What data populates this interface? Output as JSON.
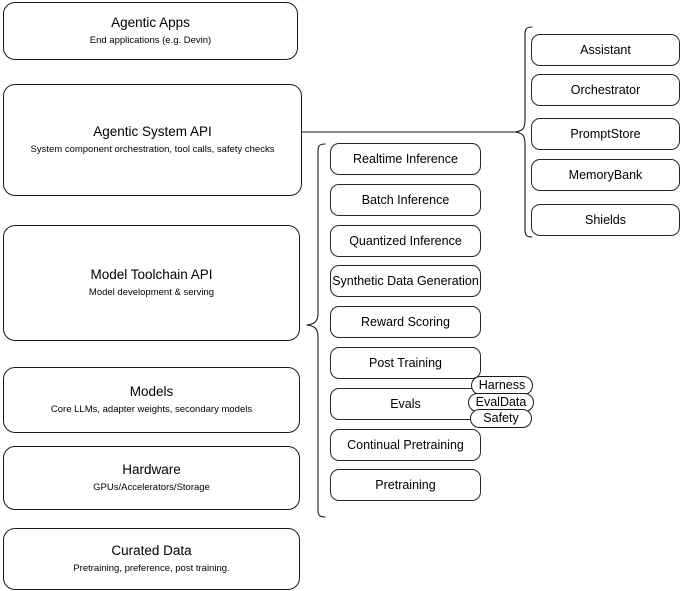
{
  "diagram": {
    "title": "AI stack layering diagram",
    "accent_color": "#1a1a1a",
    "background_color": "#ffffff"
  },
  "layers": [
    {
      "name": "agentic-apps",
      "title": "Agentic Apps",
      "subtitle": "End applications (e.g. Devin)"
    },
    {
      "name": "agentic-system-api",
      "title": "Agentic System API",
      "subtitle": "System component orchestration, tool calls, safety checks"
    },
    {
      "name": "model-toolchain-api",
      "title": "Model Toolchain API",
      "subtitle": "Model development & serving"
    },
    {
      "name": "models",
      "title": "Models",
      "subtitle": "Core LLMs, adapter weights, secondary models"
    },
    {
      "name": "hardware",
      "title": "Hardware",
      "subtitle": "GPUs/Accelerators/Storage"
    },
    {
      "name": "curated-data",
      "title": "Curated Data",
      "subtitle": "Pretraining, preference, post training."
    }
  ],
  "toolchain_components": [
    {
      "name": "realtime-inference",
      "label": "Realtime Inference"
    },
    {
      "name": "batch-inference",
      "label": "Batch Inference"
    },
    {
      "name": "quantized-inference",
      "label": "Quantized Inference"
    },
    {
      "name": "synthetic-data-generation",
      "label": "Synthetic Data Generation"
    },
    {
      "name": "reward-scoring",
      "label": "Reward Scoring"
    },
    {
      "name": "post-training",
      "label": "Post Training"
    },
    {
      "name": "evals",
      "label": "Evals"
    },
    {
      "name": "continual-pretraining",
      "label": "Continual Pretraining"
    },
    {
      "name": "pretraining",
      "label": "Pretraining"
    }
  ],
  "eval_subcomponents": [
    {
      "name": "harness",
      "label": "Harness"
    },
    {
      "name": "evaldata",
      "label": "EvalData"
    },
    {
      "name": "safety",
      "label": "Safety"
    }
  ],
  "system_components": [
    {
      "name": "assistant",
      "label": "Assistant"
    },
    {
      "name": "orchestrator",
      "label": "Orchestrator"
    },
    {
      "name": "promptstore",
      "label": "PromptStore"
    },
    {
      "name": "memorybank",
      "label": "MemoryBank"
    },
    {
      "name": "shields",
      "label": "Shields"
    }
  ]
}
